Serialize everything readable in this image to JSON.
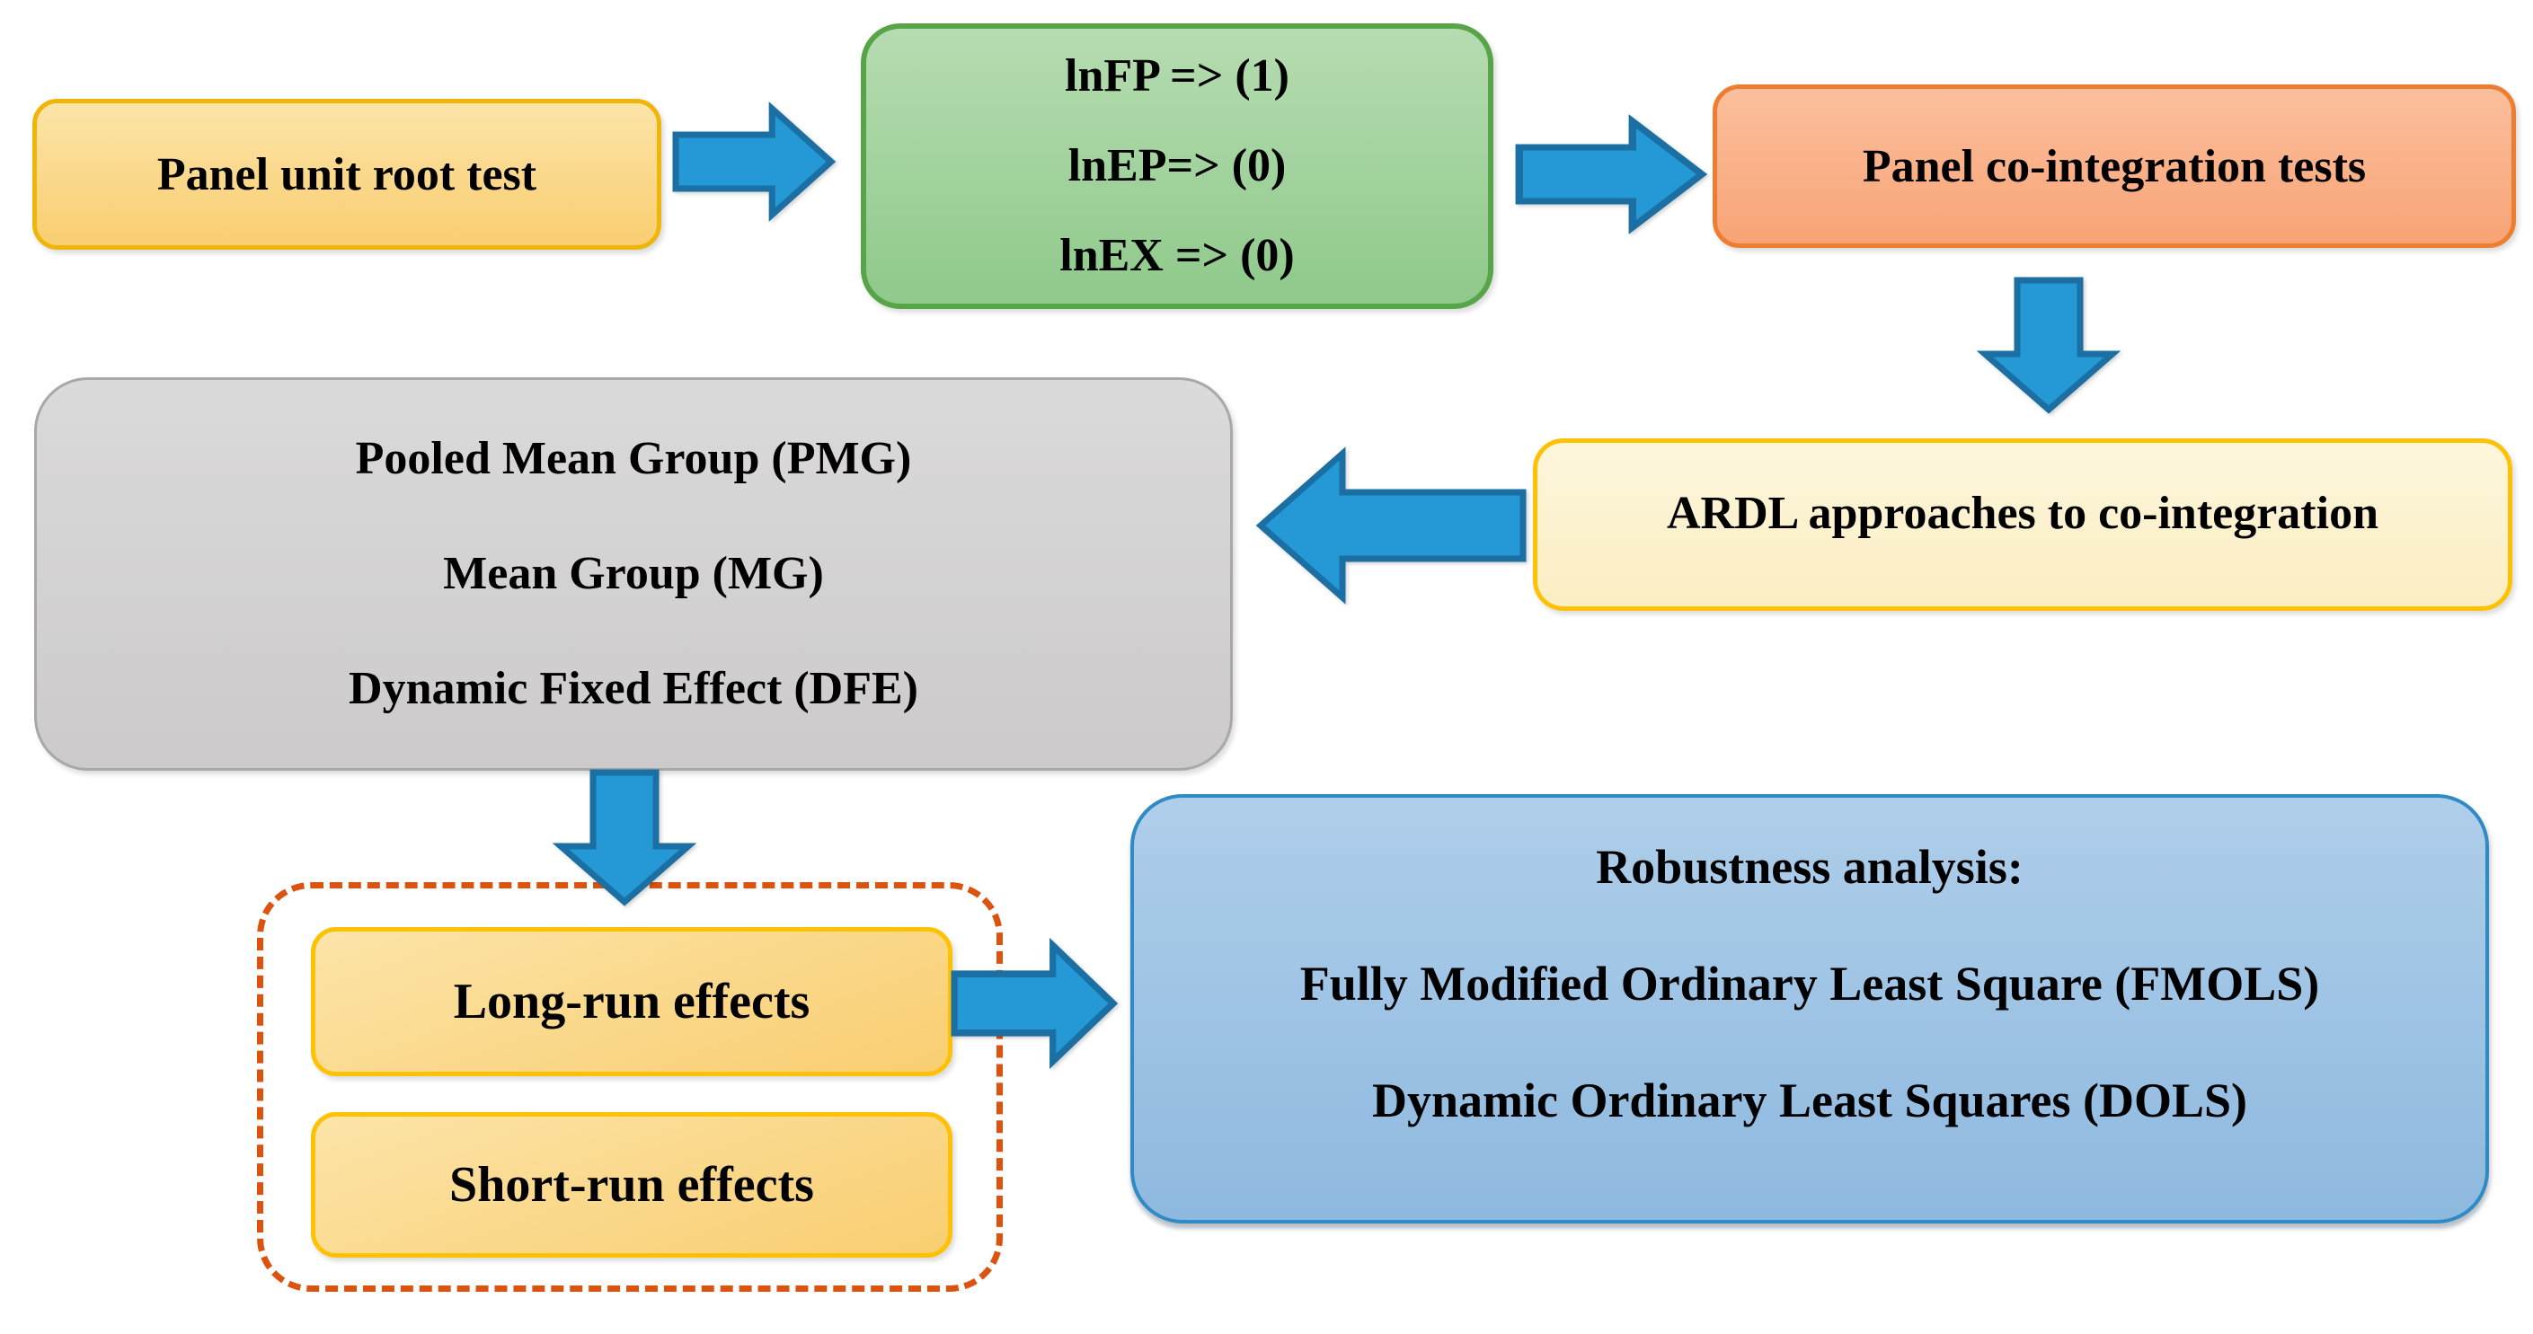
{
  "theme": {
    "canvas-bg": "#FFFFFF",
    "text-color": "#000000",
    "arrow-fill": "#2499D6",
    "arrow-stroke": "#1C6FA3",
    "dashed-outline": "#DB530F",
    "unit-root-border": "#F0B50B",
    "yellow-border": "#FFC103",
    "yellow-top": "#FCE4A8",
    "yellow-bottom": "#F9CE71",
    "green-border": "#57A548",
    "green-top": "#B6DCB1",
    "green-bottom": "#8FC98B",
    "orange-border": "#ED7D31",
    "orange-top": "#FBBF9C",
    "orange-bottom": "#F8A476",
    "ardl-top": "#FDF6DC",
    "ardl-bottom": "#FBEEC3",
    "gray-border": "#A9A7A7",
    "gray-top": "#DBDADA",
    "gray-bottom": "#CCCACA",
    "blue-border": "#2F8AC5",
    "blue-top": "#AFCEEA",
    "blue-bottom": "#8EB9DF"
  },
  "nodes": {
    "unit_root": {
      "label": "Panel unit root test"
    },
    "orders": {
      "lines": [
        "lnFP => (1)",
        "lnEP=> (0)",
        "lnEX => (0)"
      ]
    },
    "cointegration": {
      "label": "Panel co-integration tests"
    },
    "ardl": {
      "label": "ARDL approaches to co-integration"
    },
    "estimators": {
      "lines": [
        "Pooled Mean Group (PMG)",
        "Mean Group (MG)",
        "Dynamic Fixed Effect (DFE)"
      ]
    },
    "long_run": {
      "label": "Long-run effects"
    },
    "short_run": {
      "label": "Short-run effects"
    },
    "robustness": {
      "lines": [
        "Robustness analysis:",
        "Fully Modified Ordinary Least Square (FMOLS)",
        "Dynamic Ordinary Least Squares (DOLS)"
      ]
    }
  },
  "flow": [
    {
      "from": "Panel unit root test",
      "to": "lnFP/lnEP/lnEX integration orders",
      "direction": "right"
    },
    {
      "from": "lnFP/lnEP/lnEX integration orders",
      "to": "Panel co-integration tests",
      "direction": "right"
    },
    {
      "from": "Panel co-integration tests",
      "to": "ARDL approaches to co-integration",
      "direction": "down"
    },
    {
      "from": "ARDL approaches to co-integration",
      "to": "PMG / MG / DFE estimators",
      "direction": "left"
    },
    {
      "from": "PMG / MG / DFE estimators",
      "to": "Long-run & Short-run effects",
      "direction": "down"
    },
    {
      "from": "Long-run effects",
      "to": "Robustness analysis (FMOLS, DOLS)",
      "direction": "right"
    }
  ]
}
